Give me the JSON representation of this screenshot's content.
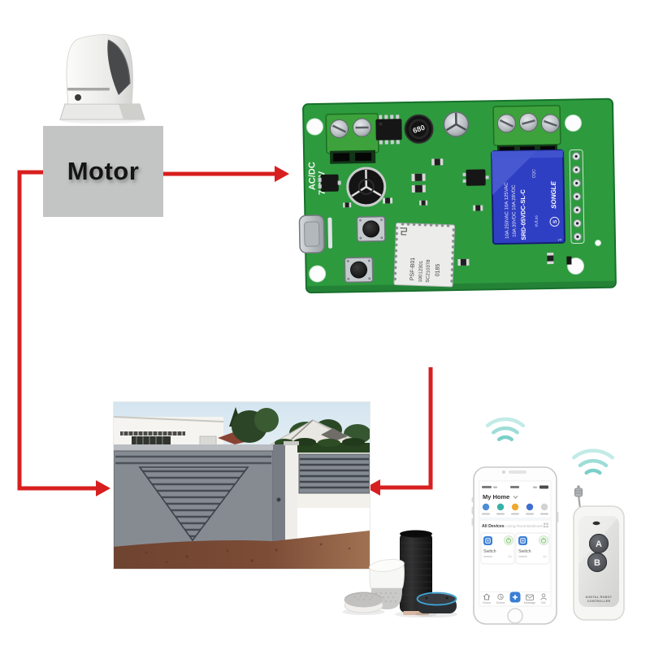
{
  "colors": {
    "arrow_red": "#d81f1f",
    "pcb_green": "#2d9a3e",
    "relay_blue": "#3040c4",
    "terminal_green": "#3da23c",
    "wifi_teal": "#7ccfc8",
    "app_blue": "#3a7fd5",
    "gate_gray": "#868b92"
  },
  "motor": {
    "label": "Motor"
  },
  "pcb": {
    "input_label_1": "AC/DC",
    "input_label_2": "7-32V",
    "inductor_label": "680",
    "wifi_module": {
      "line1": "PSF-B01",
      "line2": "10012301",
      "line3": "SC210378",
      "line4": "0185"
    },
    "relay": {
      "rating_1": "10A 250VAC 10A 125VAC",
      "rating_2": "10A 30VDC 10A 28VDC",
      "model": "SRD-05VDC-SL-C",
      "brand": "SONGLE",
      "logo": "S",
      "cert_cqc": "CQC",
      "cert_ul": "cULus",
      "pin_mark": "1"
    }
  },
  "phone": {
    "header": "My Home",
    "filters": [
      "All Devices",
      "Living Room",
      "Bedroom"
    ],
    "cards": [
      {
        "name": "Switch"
      },
      {
        "name": "Switch"
      }
    ],
    "nav": [
      "Home",
      "Scene",
      "",
      "Message",
      "Me"
    ]
  },
  "remote": {
    "button_a": "A",
    "button_b": "B",
    "footer_1": "DIGITAL ROBOT",
    "footer_2": "CONTROLLER"
  }
}
